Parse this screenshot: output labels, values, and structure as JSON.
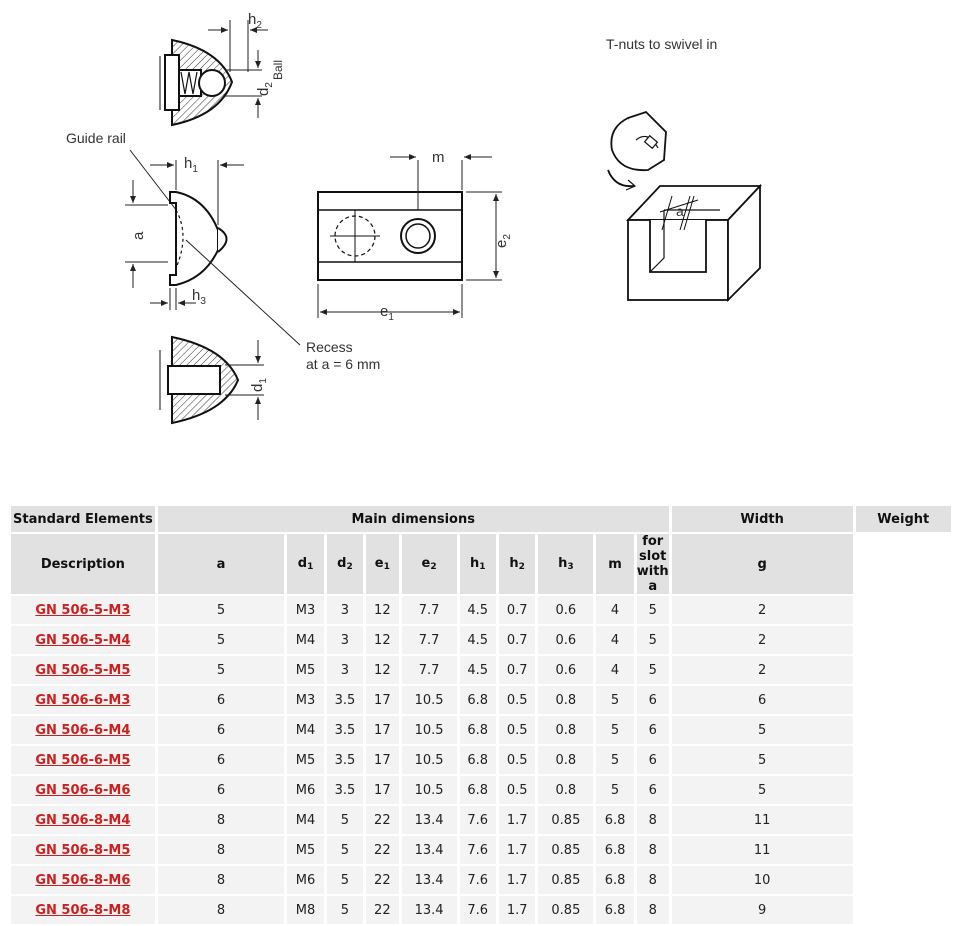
{
  "drawing": {
    "labels": {
      "h2": "h",
      "h2_sub": "2",
      "d2": "d",
      "d2_sub": "2",
      "ball": "Ball",
      "guide_rail": "Guide rail",
      "h1": "h",
      "h1_sub": "1",
      "a": "a",
      "h3": "h",
      "h3_sub": "3",
      "m": "m",
      "e2": "e",
      "e2_sub": "2",
      "e1": "e",
      "e1_sub": "1",
      "recess_line1": "Recess",
      "recess_line2": "at a = 6 mm",
      "d1": "d",
      "d1_sub": "1",
      "swivel": "T-nuts to swivel in",
      "a_slot": "a"
    }
  },
  "table": {
    "header1": {
      "standard": "Standard Elements",
      "main": "Main dimensions",
      "width": "Width",
      "weight": "Weight"
    },
    "header2": {
      "description": "Description",
      "a": "a",
      "d1": "d",
      "d1_sub": "1",
      "d2": "d",
      "d2_sub": "2",
      "e1": "e",
      "e1_sub": "1",
      "e2": "e",
      "e2_sub": "2",
      "h1": "h",
      "h1_sub": "1",
      "h2": "h",
      "h2_sub": "2",
      "h3": "h",
      "h3_sub": "3",
      "m": "m",
      "slot": "for slot with a",
      "g": "g"
    },
    "rows": [
      [
        "GN 506-5-M3",
        "5",
        "M3",
        "3",
        "12",
        "7.7",
        "4.5",
        "0.7",
        "0.6",
        "4",
        "5",
        "2"
      ],
      [
        "GN 506-5-M4",
        "5",
        "M4",
        "3",
        "12",
        "7.7",
        "4.5",
        "0.7",
        "0.6",
        "4",
        "5",
        "2"
      ],
      [
        "GN 506-5-M5",
        "5",
        "M5",
        "3",
        "12",
        "7.7",
        "4.5",
        "0.7",
        "0.6",
        "4",
        "5",
        "2"
      ],
      [
        "GN 506-6-M3",
        "6",
        "M3",
        "3.5",
        "17",
        "10.5",
        "6.8",
        "0.5",
        "0.8",
        "5",
        "6",
        "6"
      ],
      [
        "GN 506-6-M4",
        "6",
        "M4",
        "3.5",
        "17",
        "10.5",
        "6.8",
        "0.5",
        "0.8",
        "5",
        "6",
        "5"
      ],
      [
        "GN 506-6-M5",
        "6",
        "M5",
        "3.5",
        "17",
        "10.5",
        "6.8",
        "0.5",
        "0.8",
        "5",
        "6",
        "5"
      ],
      [
        "GN 506-6-M6",
        "6",
        "M6",
        "3.5",
        "17",
        "10.5",
        "6.8",
        "0.5",
        "0.8",
        "5",
        "6",
        "5"
      ],
      [
        "GN 506-8-M4",
        "8",
        "M4",
        "5",
        "22",
        "13.4",
        "7.6",
        "1.7",
        "0.85",
        "6.8",
        "8",
        "11"
      ],
      [
        "GN 506-8-M5",
        "8",
        "M5",
        "5",
        "22",
        "13.4",
        "7.6",
        "1.7",
        "0.85",
        "6.8",
        "8",
        "11"
      ],
      [
        "GN 506-8-M6",
        "8",
        "M6",
        "5",
        "22",
        "13.4",
        "7.6",
        "1.7",
        "0.85",
        "6.8",
        "8",
        "10"
      ],
      [
        "GN 506-8-M8",
        "8",
        "M8",
        "5",
        "22",
        "13.4",
        "7.6",
        "1.7",
        "0.85",
        "6.8",
        "8",
        "9"
      ]
    ],
    "colors": {
      "link": "#cc1f1f",
      "header_bg": "#e1e1e1",
      "cell_bg": "#f3f3f3"
    }
  }
}
